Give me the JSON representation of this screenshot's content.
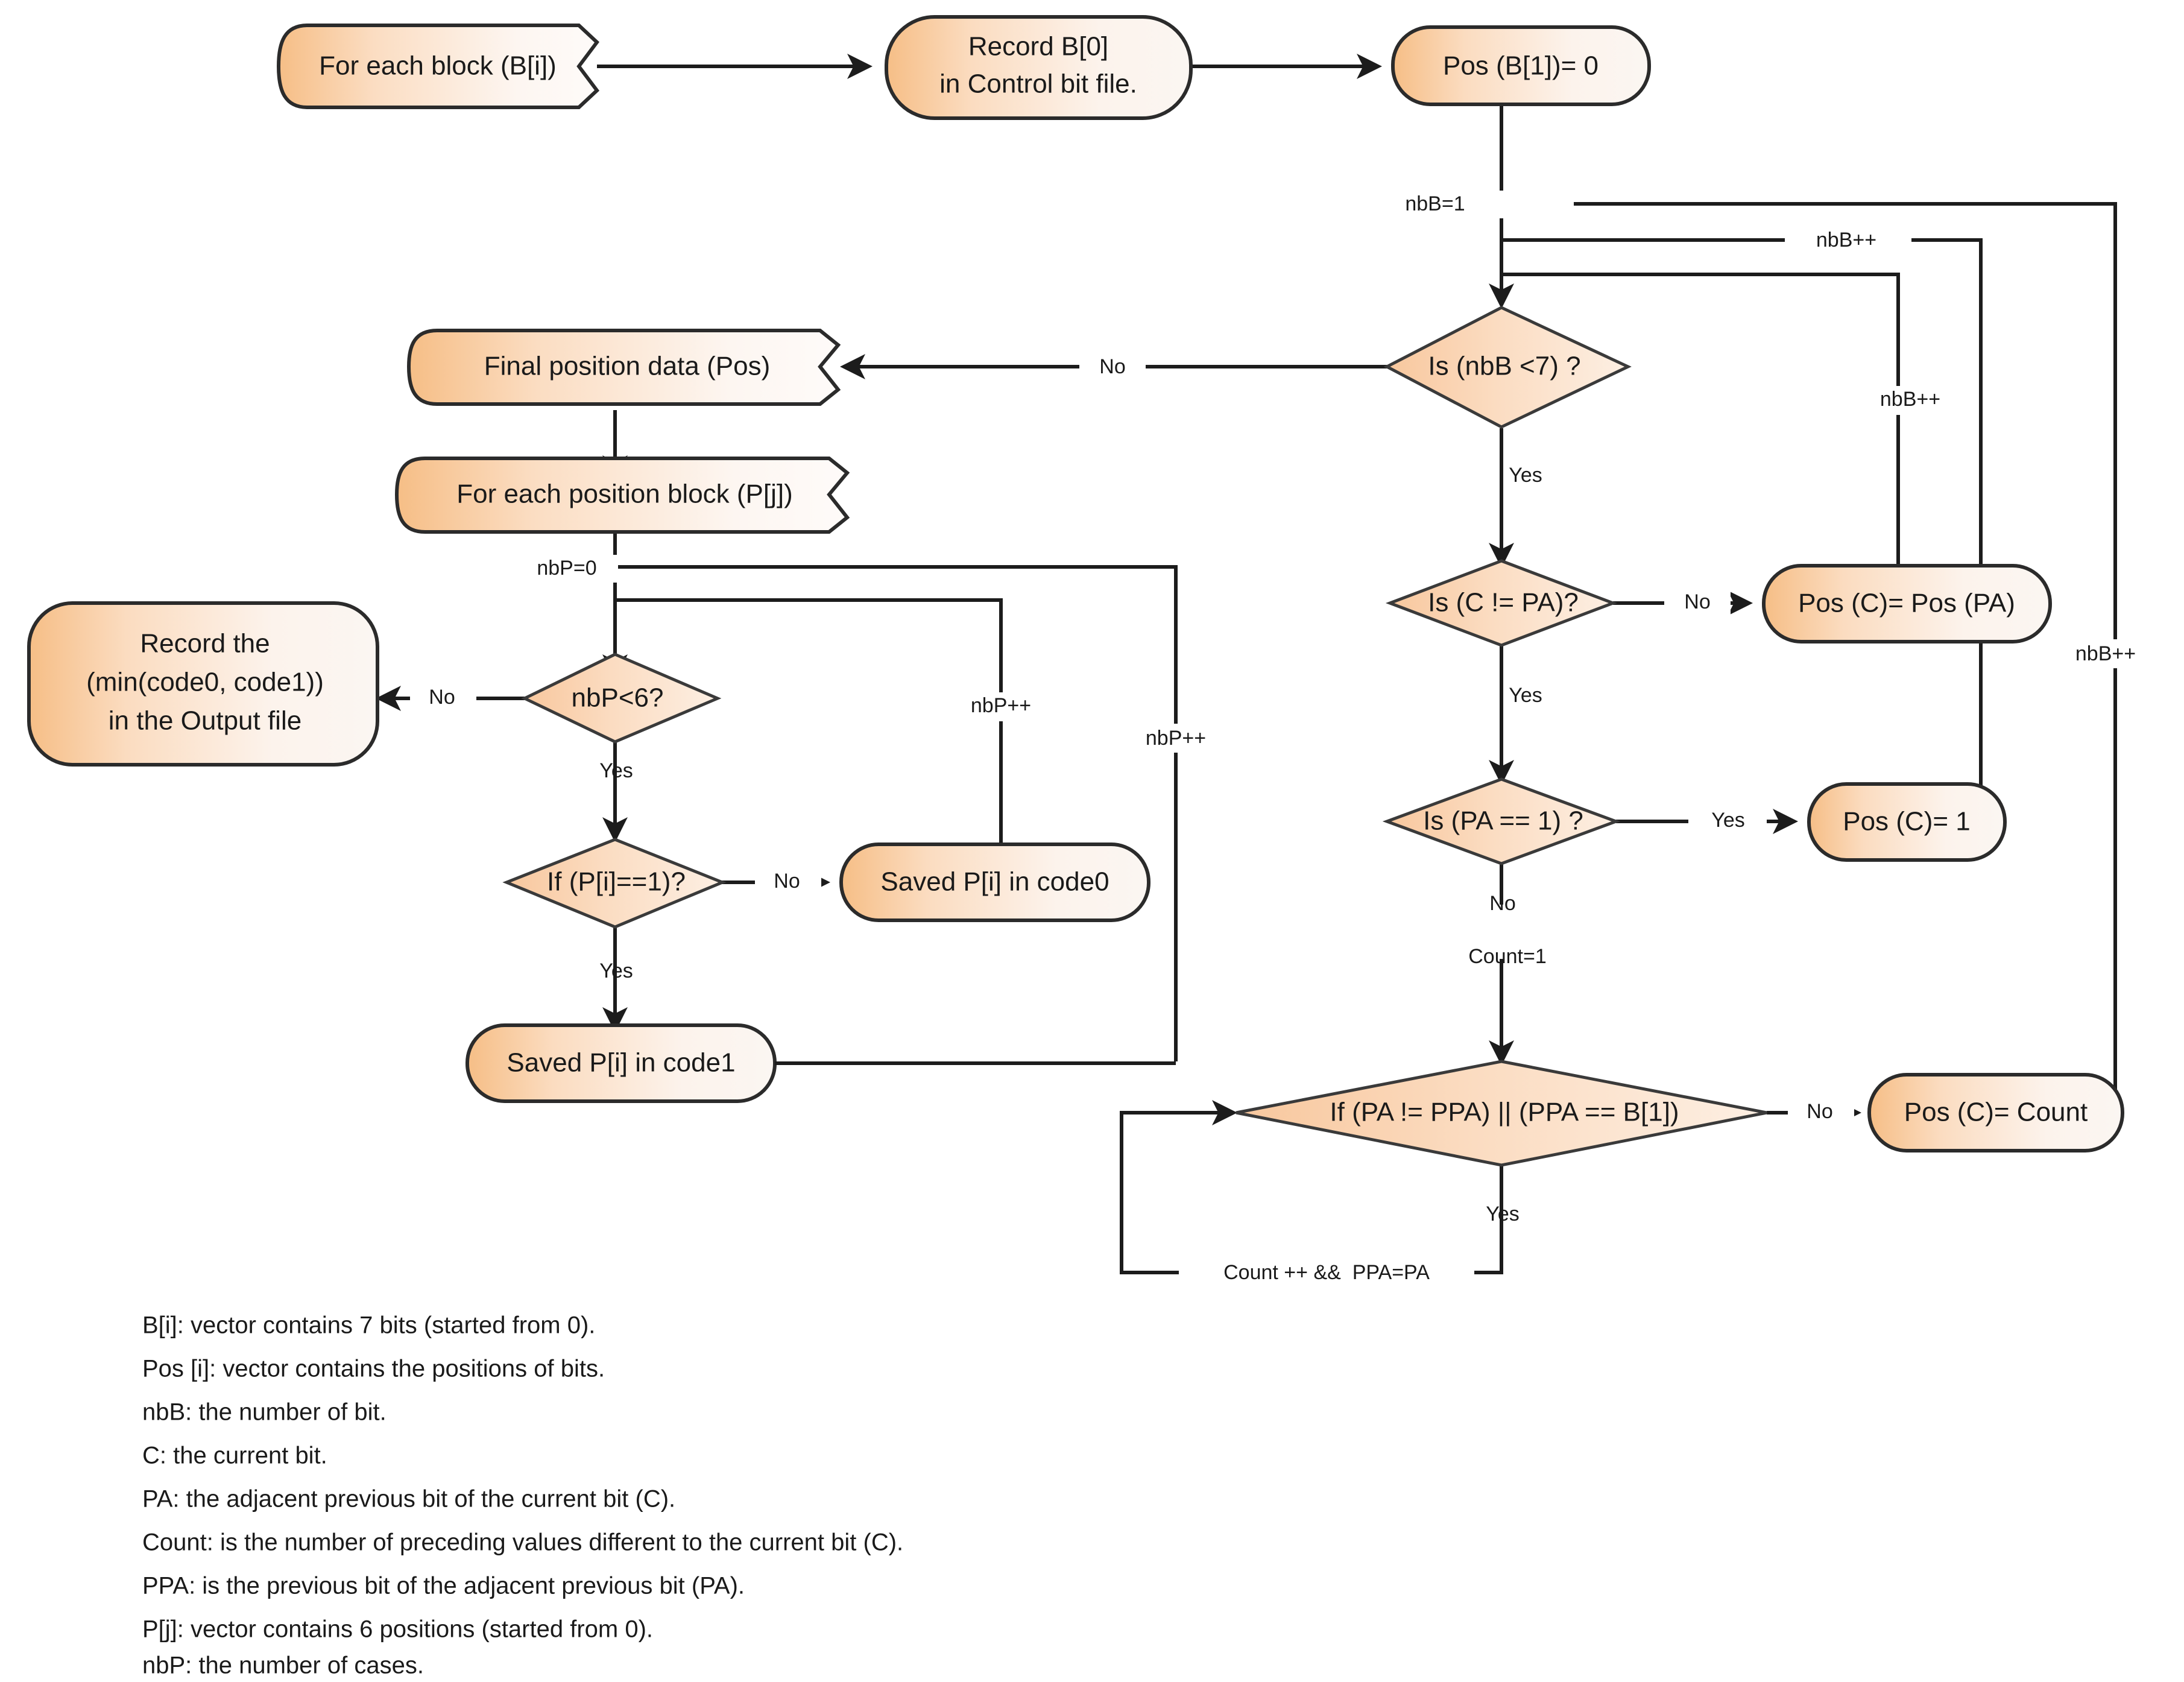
{
  "diagram": {
    "title": "Encoding algorithm flowchart",
    "colors": {
      "fill_left": "#F8C79A",
      "fill_right": "#FBF4EF",
      "diamond_fill": "#FBD9BC",
      "stroke": "#2b2b2b",
      "text": "#1a1a1a",
      "background": "#ffffff"
    },
    "nodes": [
      {
        "id": "n1",
        "shape": "loop",
        "label": "For each block (B[i])"
      },
      {
        "id": "n2",
        "shape": "rounded",
        "label_line1": "Record B[0]",
        "label_line2": "in Control bit file."
      },
      {
        "id": "n3",
        "shape": "rounded",
        "label": "Pos (B[1])= 0"
      },
      {
        "id": "n4",
        "shape": "diamond",
        "label": "Is (nbB <7) ?"
      },
      {
        "id": "n5",
        "shape": "loop",
        "label": "Final position data (Pos)"
      },
      {
        "id": "n6",
        "shape": "loop",
        "label": "For each position block (P[j])"
      },
      {
        "id": "n7",
        "shape": "diamond",
        "label": "nbP<6?"
      },
      {
        "id": "n8",
        "shape": "rounded",
        "label_line1": "Record the",
        "label_line2": "(min(code0, code1))",
        "label_line3": "in the Output file"
      },
      {
        "id": "n9",
        "shape": "diamond",
        "label": "If (P[i]==1)?"
      },
      {
        "id": "n10",
        "shape": "rounded",
        "label": "Saved P[i] in code0"
      },
      {
        "id": "n11",
        "shape": "rounded",
        "label": "Saved P[i] in code1"
      },
      {
        "id": "n12",
        "shape": "diamond",
        "label": "Is (C != PA)?"
      },
      {
        "id": "n13",
        "shape": "rounded",
        "label": "Pos (C)= Pos (PA)"
      },
      {
        "id": "n14",
        "shape": "diamond",
        "label": "Is (PA == 1) ?"
      },
      {
        "id": "n15",
        "shape": "rounded",
        "label": "Pos (C)= 1"
      },
      {
        "id": "n16",
        "shape": "diamond",
        "label": "If (PA != PPA) || (PPA == B[1])"
      },
      {
        "id": "n17",
        "shape": "rounded",
        "label": "Pos (C)= Count"
      }
    ],
    "edge_labels": {
      "nbB_init": "nbB=1",
      "nbB_inc_top": "nbB++",
      "nbB_inc_mid": "nbB++",
      "nbB_inc_far": "nbB++",
      "no_to_final": "No",
      "yes_nbB": "Yes",
      "no_c_pa": "No",
      "yes_c_pa": "Yes",
      "yes_pa_one": "Yes",
      "no_pa_one": "No",
      "count_init": "Count=1",
      "no_ppa": "No",
      "yes_ppa": "Yes",
      "count_inc": "Count ++ &&  PPA=PA",
      "nbP_init": "nbP=0",
      "nbP_inc_a": "nbP++",
      "nbP_inc_b": "nbP++",
      "no_nbP": "No",
      "yes_nbP": "Yes",
      "no_pi": "No",
      "yes_pi": "Yes"
    },
    "legend": [
      "B[i]: vector contains 7 bits (started from 0).",
      "Pos [i]: vector contains the positions of bits.",
      "nbB: the number of bit.",
      "C: the current bit.",
      "PA: the adjacent previous bit of the current bit (C).",
      "Count: is the number of preceding values different to the current bit (C).",
      "PPA: is the previous bit of the adjacent previous bit (PA).",
      "P[j]: vector contains 6 positions (started from 0).",
      "nbP: the number of cases."
    ]
  }
}
